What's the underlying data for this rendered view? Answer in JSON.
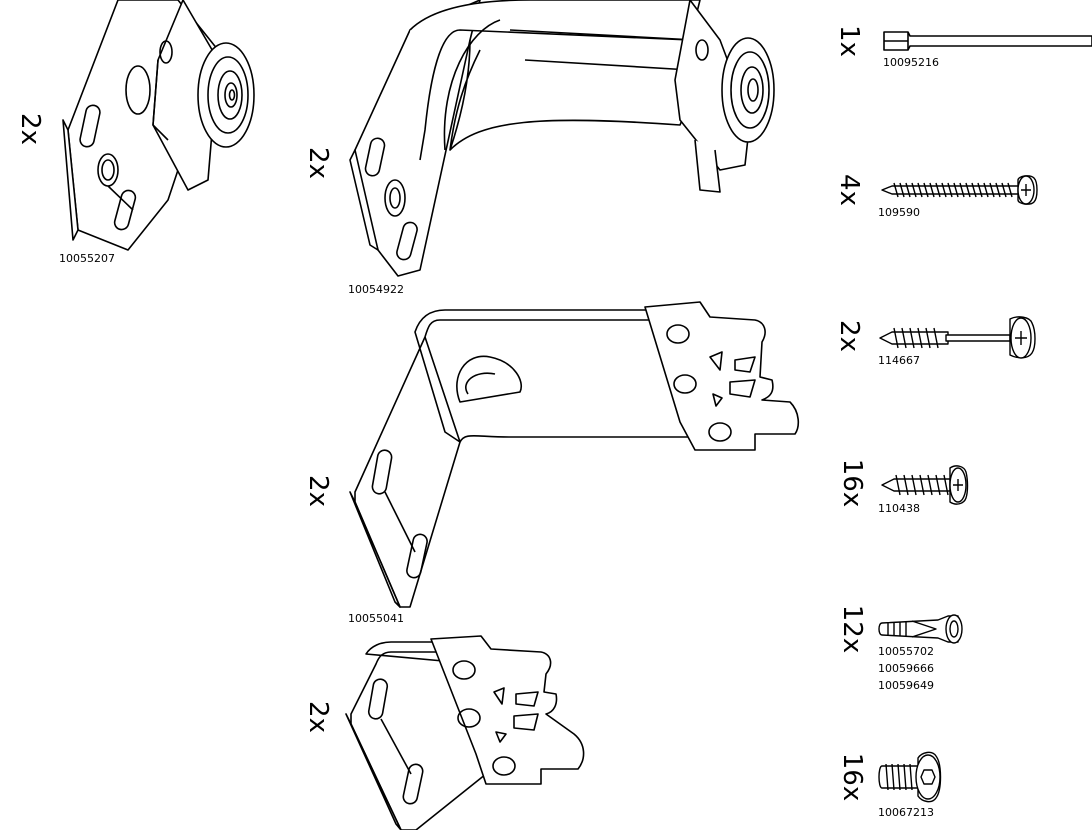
{
  "parts": {
    "roller_bracket_small": {
      "qty": "2x",
      "code": "10055207"
    },
    "roller_bracket_large": {
      "qty": "2x",
      "code": "10054922"
    },
    "wall_bracket_large": {
      "qty": "2x",
      "code": "10055041"
    },
    "wall_bracket_small": {
      "qty": "2x"
    },
    "hex_key": {
      "qty": "1x",
      "code": "10095216"
    },
    "screw_long": {
      "qty": "4x",
      "code": "109590"
    },
    "screw_medium": {
      "qty": "2x",
      "code": "114667"
    },
    "screw_short": {
      "qty": "16x",
      "code": "110438"
    },
    "wall_plug": {
      "qty": "12x",
      "codes": [
        "10055702",
        "10059666",
        "10059649"
      ]
    },
    "bolt_cap": {
      "qty": "16x",
      "code": "10067213"
    }
  },
  "colors": {
    "line": "#000000",
    "background": "#ffffff"
  },
  "icons": [
    "roller-bracket-icon",
    "wall-bracket-icon",
    "hex-key-icon",
    "screw-icon",
    "wall-plug-icon",
    "bolt-icon"
  ]
}
